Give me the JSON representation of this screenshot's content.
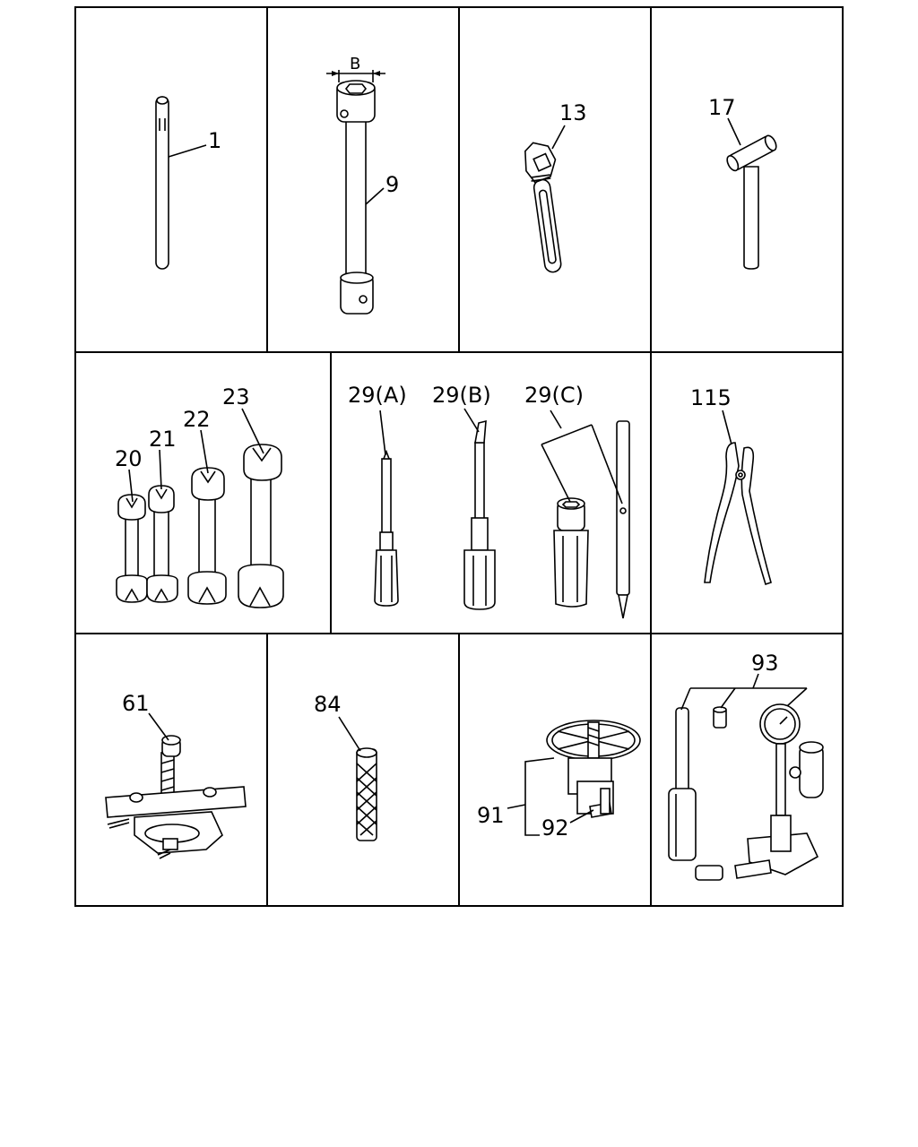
{
  "dimension_label": "B",
  "callouts": {
    "c1": "1",
    "c9": "9",
    "c13": "13",
    "c17": "17",
    "c20": "20",
    "c21": "21",
    "c22": "22",
    "c23": "23",
    "c29a": "29(A)",
    "c29b": "29(B)",
    "c29c": "29(C)",
    "c115": "115",
    "c61": "61",
    "c84": "84",
    "c91": "91",
    "c92": "92",
    "c93": "93"
  },
  "parts": [
    {
      "ref": "1",
      "icon": "rod-icon"
    },
    {
      "ref": "9",
      "icon": "box-wrench-icon"
    },
    {
      "ref": "13",
      "icon": "adjustable-wrench-icon"
    },
    {
      "ref": "17",
      "icon": "hammer-icon"
    },
    {
      "ref": "20-23",
      "icon": "open-end-wrench-icon"
    },
    {
      "ref": "29(A)",
      "icon": "screwdriver-icon"
    },
    {
      "ref": "29(B)",
      "icon": "screwdriver-icon"
    },
    {
      "ref": "29(C)",
      "icon": "screwdriver-set-icon"
    },
    {
      "ref": "115",
      "icon": "pliers-icon"
    },
    {
      "ref": "61",
      "icon": "puller-icon"
    },
    {
      "ref": "84",
      "icon": "knurled-bar-icon"
    },
    {
      "ref": "91/92",
      "icon": "wheel-puller-icon"
    },
    {
      "ref": "93",
      "icon": "nozzle-tester-icon"
    }
  ]
}
